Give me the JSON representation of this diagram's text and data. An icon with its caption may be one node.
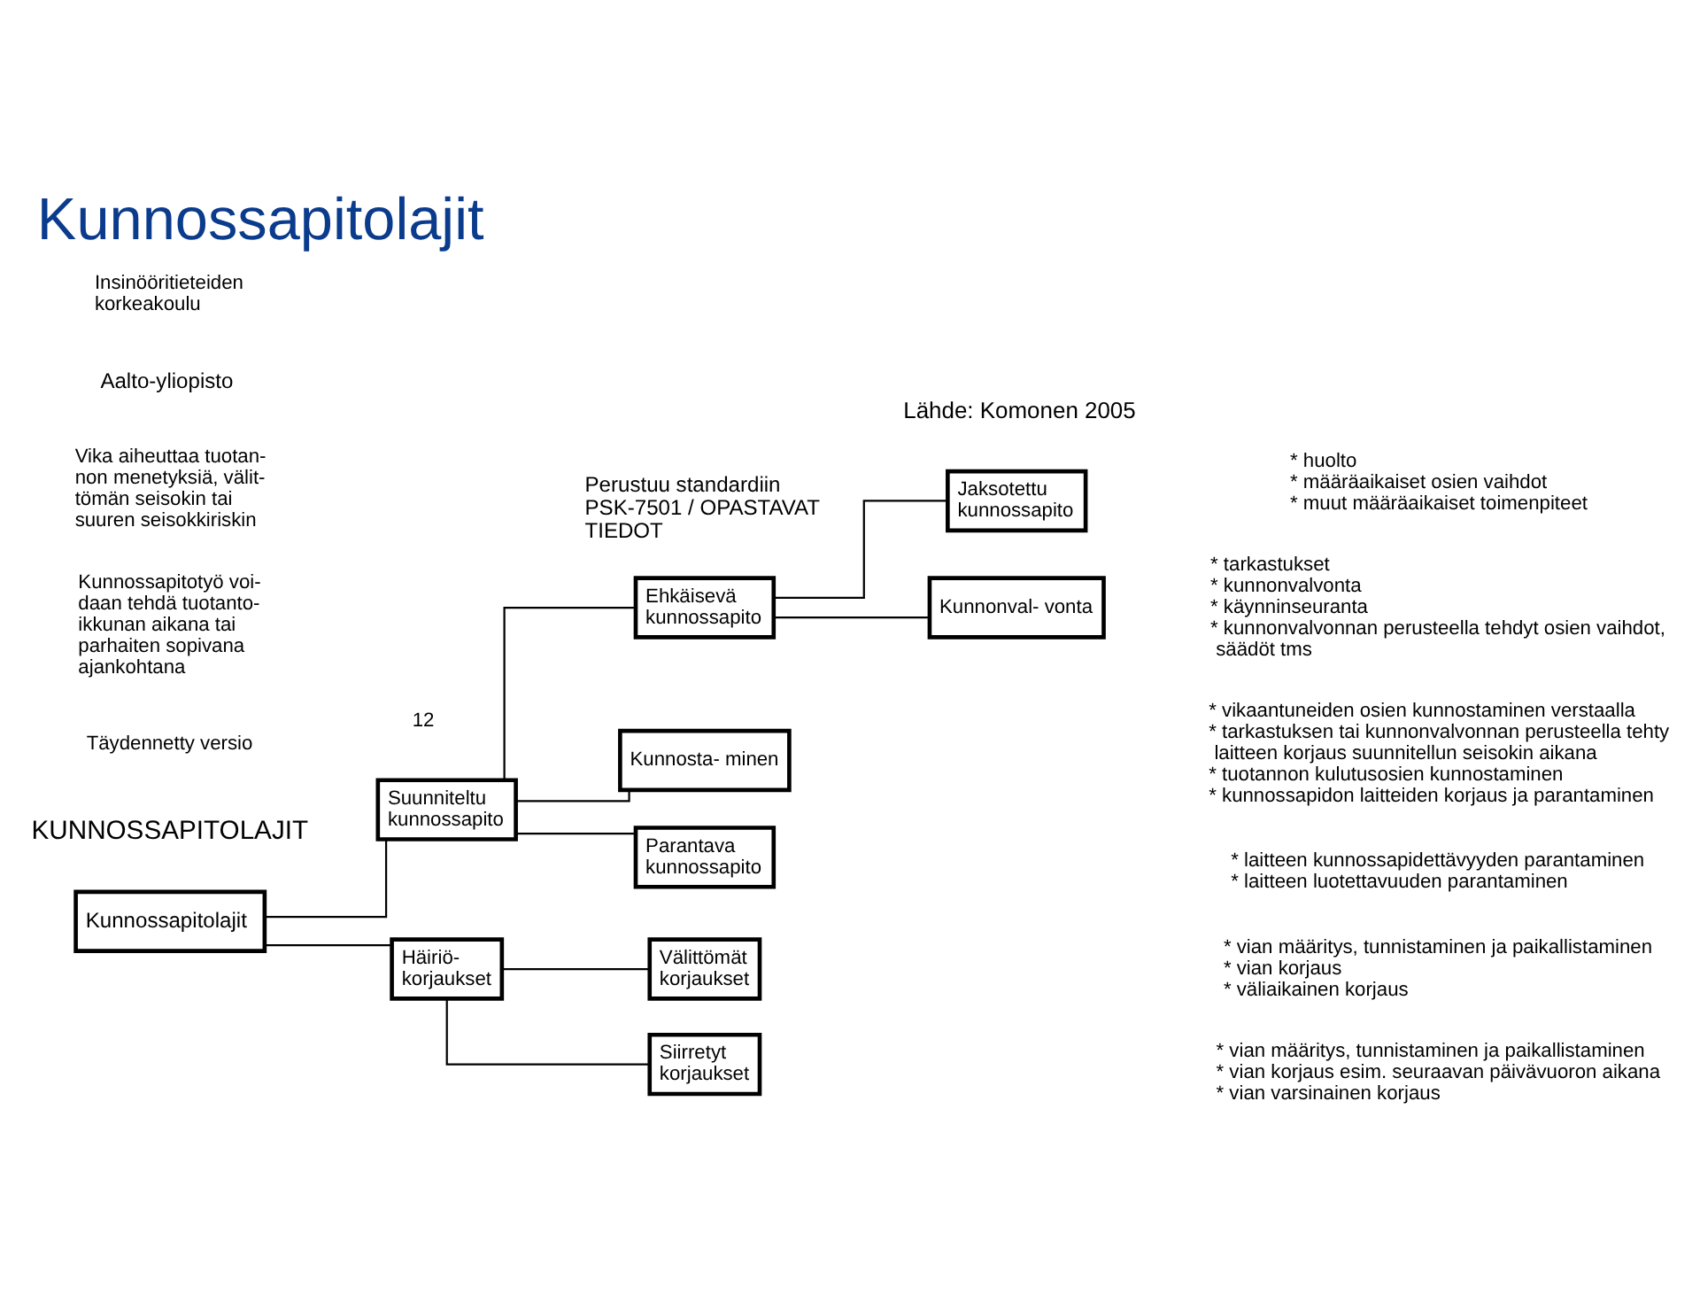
{
  "diagram": {
    "title": "Kunnossapitolajit",
    "nodes": [
      {
        "text": [
          "Kunnossapitolajit"
        ]
      },
      {
        "text": [
          "Suunniteltu kunnossapito"
        ]
      },
      {
        "text": [
          "Häiriö- korjaukset"
        ]
      },
      {
        "text": [
          "Ehkäisevä kunnossapito"
        ]
      },
      {
        "text": [
          "Kunnosta- minen"
        ],
        "beside": [
          "* vikaantuneiden osien kunnostaminen verstaalla",
          "* tarkastuksen tai kunnonvalvonnan perusteella tehty laitteen korjaus suunnitellun seisokin aikana",
          "* tuotannon kulutusosien kunnostaminen",
          "* kunnossapidon laitteiden korjaus ja parantaminen"
        ]
      },
      {
        "text": [
          "Parantava kunnossapito"
        ],
        "beside": [
          "* laitteen kunnossapidettävyyden parantaminen",
          "* laitteen luotettavuuden parantaminen"
        ]
      },
      {
        "text": [
          "Välittömät korjaukset"
        ],
        "beside": [
          "* vian määritys, tunnistaminen ja paikallistaminen",
          "* vian korjaus",
          "* väliaikainen korjaus"
        ]
      },
      {
        "text": [
          "Siirretyt korjaukset"
        ],
        "beside": [
          "* vian määritys, tunnistaminen ja paikallistaminen",
          "* vian korjaus esim. seuraavan päivävuoron aikana",
          "* vian varsinainen korjaus"
        ]
      },
      {
        "text": [
          "Jaksotettu kunnossapito"
        ],
        "beside": [
          "* huolto",
          "* määräaikaiset osien vaihdot",
          "* muut määräaikaiset toimenpiteet"
        ]
      },
      {
        "text": [
          "Kunnonval- vonta"
        ],
        "beside": [
          "* tarkastukset",
          "* kunnonvalvonta",
          "* käynninseuranta",
          "* kunnonvalvonnan perusteella tehdyt osien vaihdot, säädöt tms"
        ]
      }
    ],
    "edges": [
      {
        "from": 0,
        "to": 1,
        "arrow": "none"
      },
      {
        "from": 0,
        "to": 2,
        "arrow": "none"
      },
      {
        "from": 1,
        "to": 3,
        "arrow": "none"
      },
      {
        "from": 1,
        "to": 4,
        "arrow": "none"
      },
      {
        "from": 1,
        "to": 5,
        "arrow": "none"
      },
      {
        "from": 2,
        "to": 6,
        "arrow": "none"
      },
      {
        "from": 2,
        "to": 7,
        "arrow": "none"
      },
      {
        "from": 3,
        "to": 8,
        "arrow": "none"
      },
      {
        "from": 3,
        "to": 9,
        "arrow": "none"
      }
    ],
    "labels": [
      "KUNNOSSAPITOLAJIT",
      "Täydennetty versio",
      "Perustuu standardiin PSK-7501 / OPASTAVAT TIEDOT",
      "Kunnossapitotyö voi- daan tehdä tuotanto- ikkunan aikana tai parhaiten sopivana ajankohtana",
      "Vika aiheuttaa tuotan- non menetyksiä, välit- tömän seisokin tai suuren seisokkiriskin",
      "Aalto-yliopisto",
      "Insinööritieteiden korkeakoulu",
      "12",
      "Lähde: Komonen 2005"
    ]
  }
}
